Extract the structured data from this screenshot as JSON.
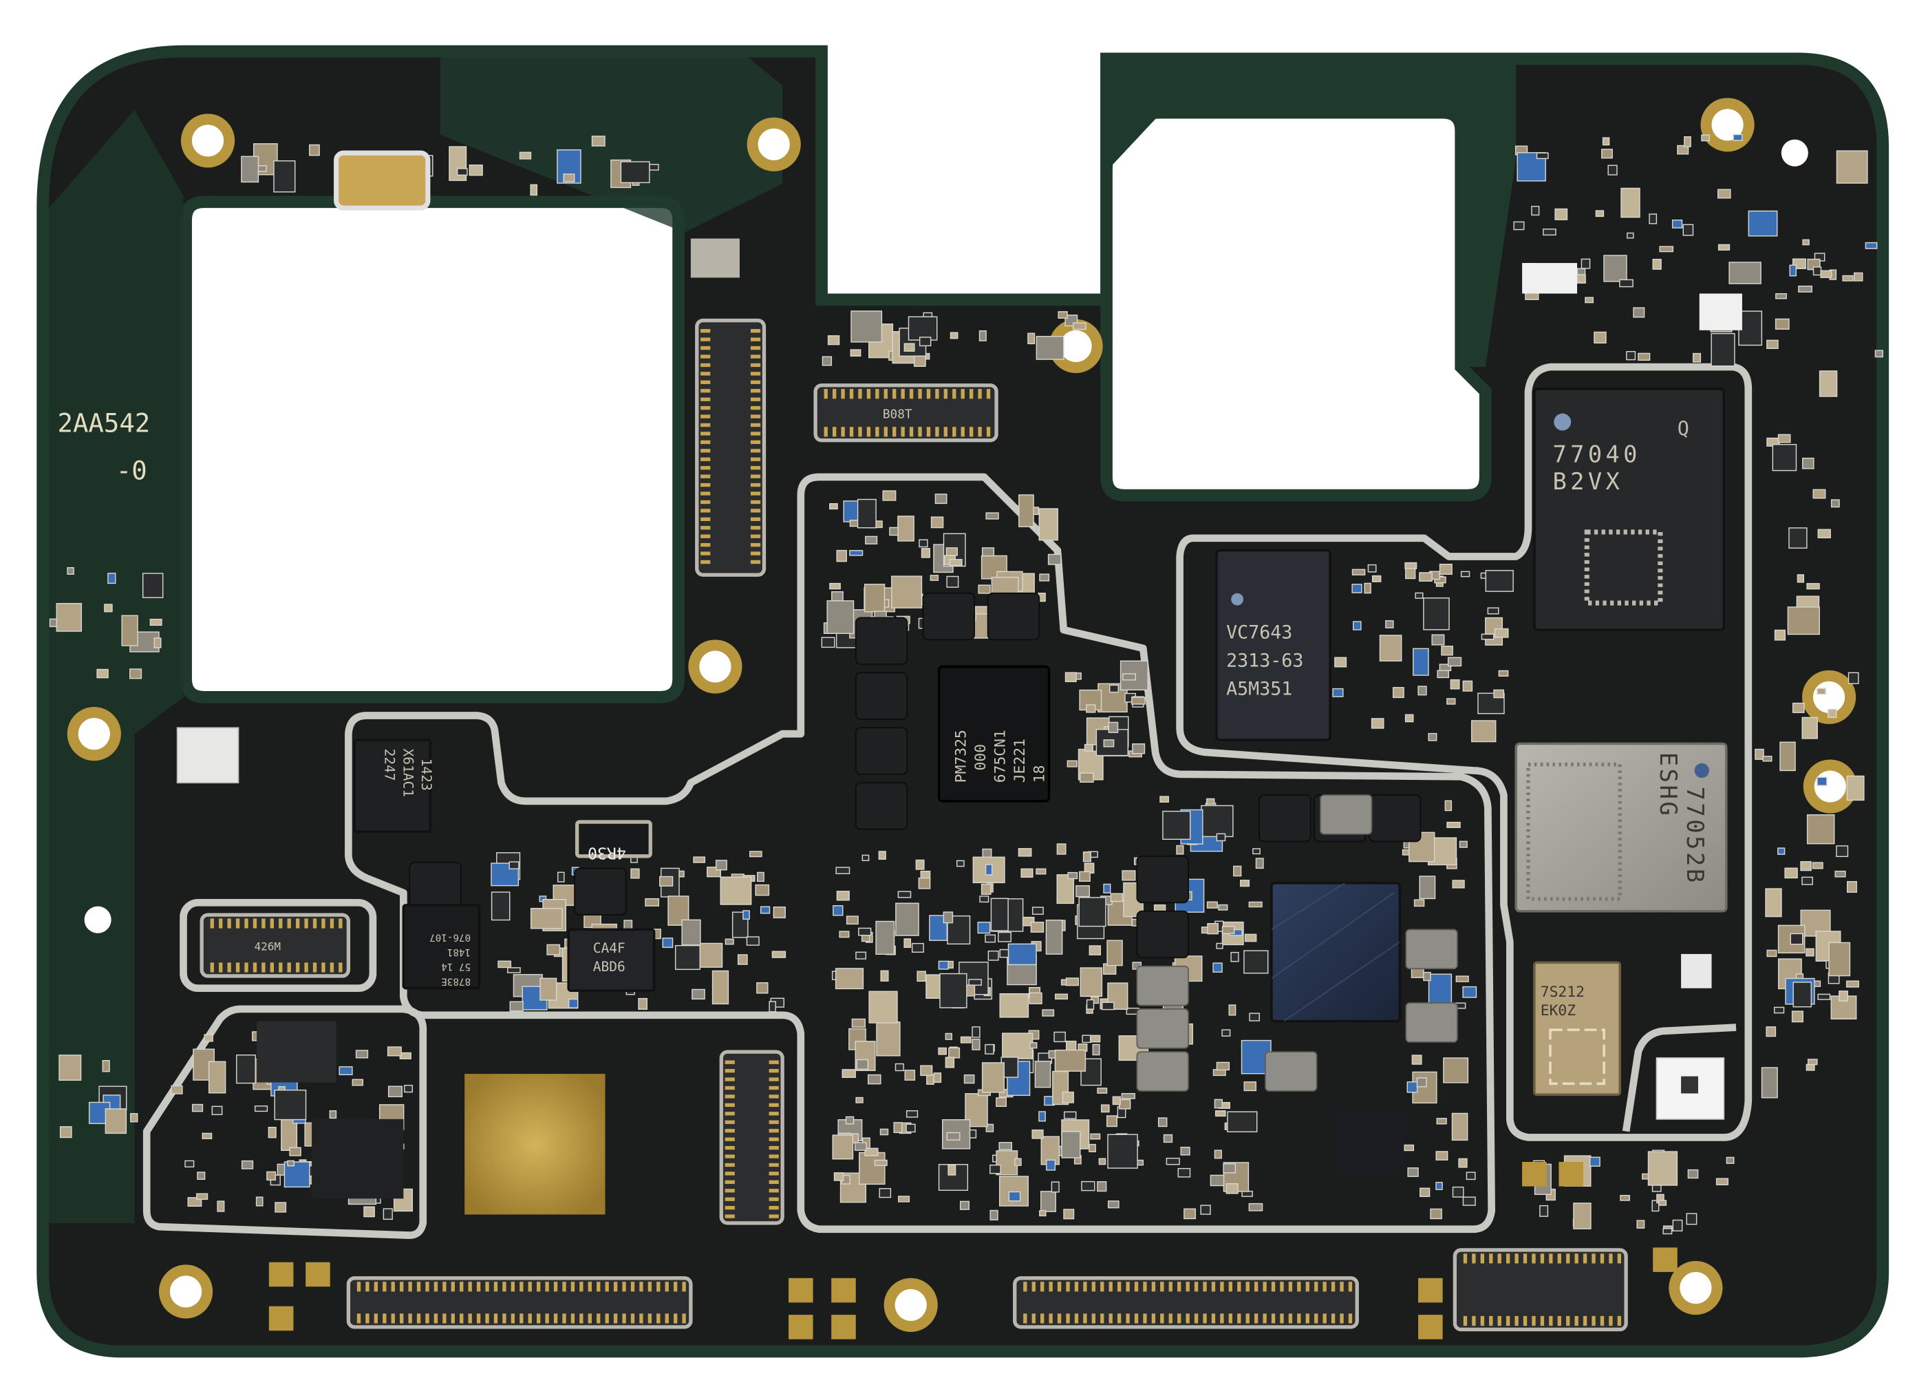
{
  "board": {
    "label_lines": [
      "2AA542",
      "-0"
    ]
  },
  "chips": {
    "rf_transceiver": [
      "77040",
      "B2VX"
    ],
    "pa_module": [
      "VC7643",
      "2313-63",
      "A5M351"
    ],
    "pmic": [
      "PM7325",
      "000",
      "675CN1",
      "JE221",
      "18"
    ],
    "rf_frontend": [
      "77052B",
      "ESHG"
    ],
    "wifi_module": [
      "7S212",
      "EK0Z"
    ],
    "power_ic": [
      "CA4F",
      "ABD6"
    ],
    "small_ic": [
      "1423",
      "X61AC1",
      "2247"
    ],
    "sensor_ic": [
      "8783E",
      "57 14",
      "1481",
      "076-107"
    ],
    "inductor": "4R30"
  },
  "connectors": {
    "b2b_top": "B08T",
    "b2b_left": "426M"
  },
  "colors": {
    "pcb": "#1b1d1c",
    "pcb_edge": "#1f3a2d",
    "shield": "#c9c9c4",
    "gold": "#b8963e",
    "capacitor": "#b3a488",
    "background": "#ffffff"
  }
}
